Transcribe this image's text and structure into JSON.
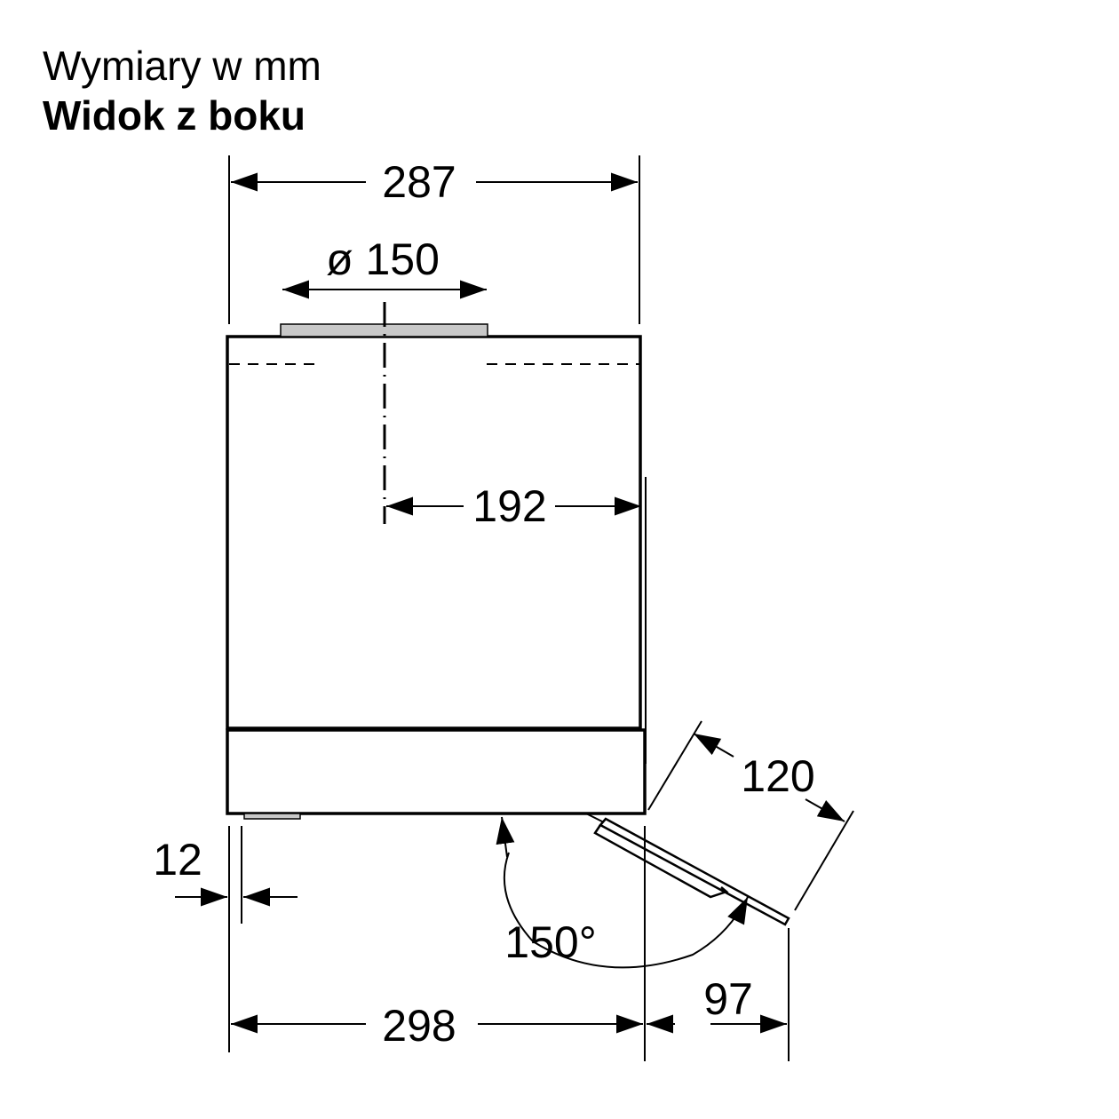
{
  "title": {
    "units": "Wymiary w mm",
    "view": "Widok z boku"
  },
  "dimensions": {
    "top_width": "287",
    "duct_diameter": "ø 150",
    "duct_offset": "192",
    "flap_length": "120",
    "flap_angle": "150°",
    "setback": "12",
    "total_depth": "298",
    "flap_projection": "97"
  },
  "colors": {
    "line": "#000000",
    "part_fill": "#c8c8c8"
  }
}
